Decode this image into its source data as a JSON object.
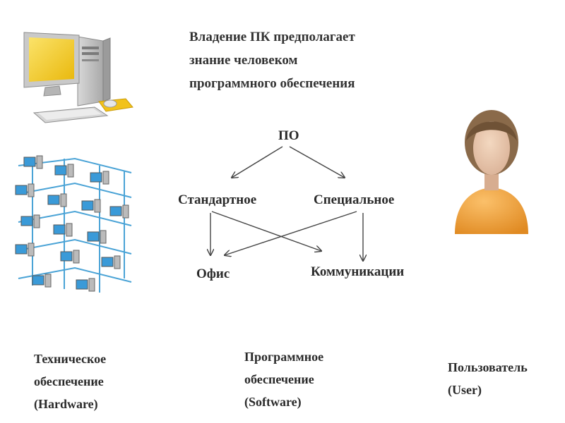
{
  "heading": {
    "line1": "Владение ПК предполагает",
    "line2": "знание человеком",
    "line3": "программного обеспечения"
  },
  "tree": {
    "root": "ПО",
    "standard": "Стандартное",
    "special": "Специальное",
    "office": "Офис",
    "communications": "Коммуникации"
  },
  "captions": {
    "hardware": {
      "line1": "Техническое",
      "line2": "обеспечение",
      "line3": "(Hardware)"
    },
    "software": {
      "line1": "Программное",
      "line2": "обеспечение",
      "line3": "(Software)"
    },
    "user": {
      "line1": "Пользователь",
      "line2": "(User)"
    }
  },
  "icons": {
    "computer": "desktop-computer-icon",
    "network": "computer-network-icon",
    "user": "user-avatar-icon"
  },
  "colors": {
    "monitor_screen": "#f2cf1e",
    "user_body": "#f0a03c",
    "network_screen": "#3a9ad8",
    "arrow": "#444444"
  }
}
